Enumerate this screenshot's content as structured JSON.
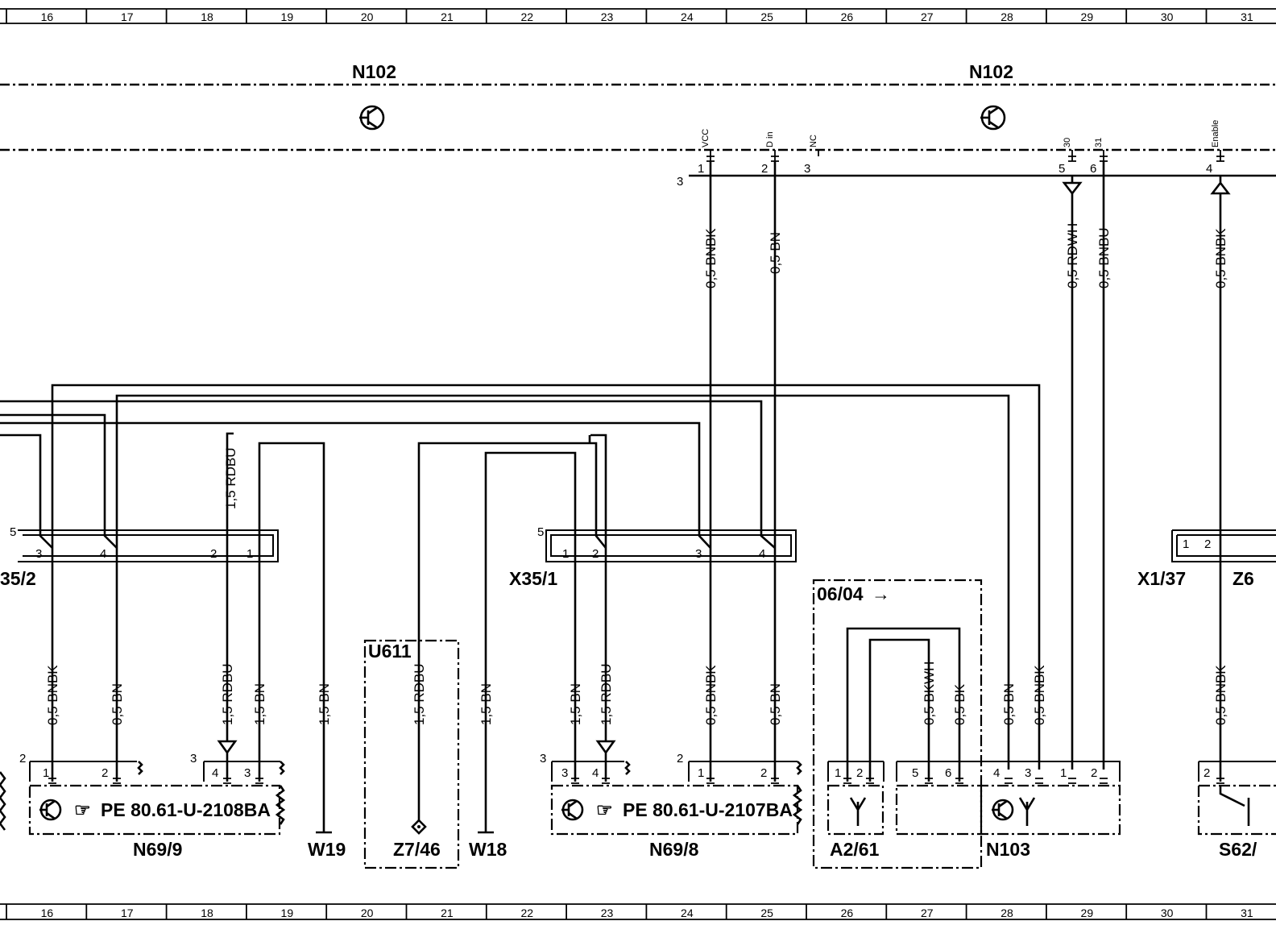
{
  "ruler": [
    "16",
    "17",
    "18",
    "19",
    "20",
    "21",
    "22",
    "23",
    "24",
    "25",
    "26",
    "27",
    "28",
    "29",
    "30",
    "31"
  ],
  "modules": {
    "n102_left": "N102",
    "n102_right": "N102"
  },
  "n102_pins": {
    "vcc": "VCC",
    "din": "D in",
    "nc": "NC",
    "p30": "30",
    "p31": "31",
    "enable": "Enable",
    "connector_num": "3",
    "pin1": "1",
    "pin2": "2",
    "pin3": "3",
    "pin5": "5",
    "pin6": "6",
    "pin4": "4"
  },
  "upper_wires": {
    "w1": "0,5 BNBK",
    "w2": "0,5 BN",
    "w3": "0,5 RDWH",
    "w4": "0,5 BNBU",
    "w5": "0,5 BNBK"
  },
  "connectors": {
    "x35_2": {
      "label": "35/2",
      "num": "5",
      "p3": "3",
      "p4": "4",
      "p2": "2",
      "p1": "1"
    },
    "x35_1": {
      "label": "X35/1",
      "num": "5",
      "p1": "1",
      "p2": "2",
      "p3": "3",
      "p4": "4"
    },
    "x1_37": {
      "label": "X1/37",
      "p1": "1",
      "p2": "2"
    },
    "z6": {
      "label": "Z6"
    },
    "rdbu_upper": "1,5 RDBU"
  },
  "lower_wires": {
    "a1": "0,5 BNBK",
    "a2": "0,5 BN",
    "a3": "1,5 RDBU",
    "a4": "1,5 BN",
    "a5": "1,5 BN",
    "u611_wire": "1,5 RDBU",
    "w18": "1,5 BN",
    "b1": "1,5 BN",
    "b2": "1,5 RDBU",
    "b3": "0,5 BNBK",
    "b4": "0,5 BN",
    "c1": "0,5 BKWH",
    "c2": "0,5 BK",
    "c3": "0,5 BN",
    "c4": "0,5 BNBK",
    "d1": "0,5 BNBK"
  },
  "components": {
    "n69_9": {
      "label": "N69/9",
      "part": "PE  80.61-U-2108BA",
      "c2": "2",
      "c3": "3",
      "p1": "1",
      "p2": "2",
      "p4": "4",
      "p3": "3"
    },
    "n69_8": {
      "label": "N69/8",
      "part": "PE  80.61-U-2107BA",
      "c3": "3",
      "c2": "2",
      "p3": "3",
      "p4": "4",
      "p1": "1",
      "p2": "2"
    },
    "w19": "W19",
    "u611": "U611",
    "z7_46": "Z7/46",
    "w18": "W18",
    "variant": "06/04",
    "a2_61": {
      "label": "A2/61",
      "p1": "1",
      "p2": "2"
    },
    "n103": {
      "label": "N103",
      "p5": "5",
      "p6": "6",
      "p4": "4",
      "p3": "3",
      "p1": "1",
      "p2": "2"
    },
    "s62": {
      "label": "S62/",
      "p2": "2"
    }
  }
}
